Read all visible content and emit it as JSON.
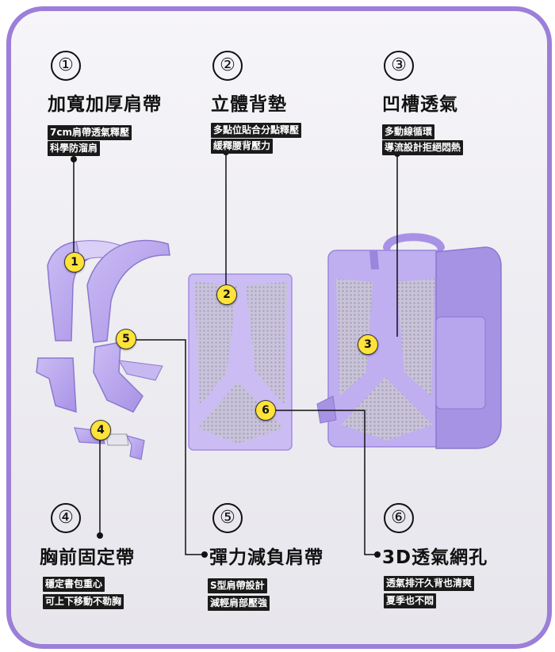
{
  "colors": {
    "accent": "#9b7fd8",
    "lavender": "#b8a4ee",
    "marker": "#ffe23a"
  },
  "features": [
    {
      "num": "①",
      "title": "加寬加厚肩帶",
      "tags": [
        "7cm肩帶透氣釋壓",
        "科學防溜肩"
      ]
    },
    {
      "num": "②",
      "title": "立體背墊",
      "tags": [
        "多點位貼合分點釋壓",
        "緩釋腰背壓力"
      ]
    },
    {
      "num": "③",
      "title": "凹槽透氣",
      "tags": [
        "多動線循環",
        "導流設計拒絕悶熱"
      ]
    },
    {
      "num": "④",
      "title": "胸前固定帶",
      "tags": [
        "穩定書包重心",
        "可上下移動不勒胸"
      ]
    },
    {
      "num": "⑤",
      "title": "彈力減負肩帶",
      "tags": [
        "S型肩帶設計",
        "減輕肩部壓強"
      ]
    },
    {
      "num": "⑥",
      "title": "3D透氣網孔",
      "tags": [
        "透氣排汗久背也清爽",
        "夏季也不悶"
      ]
    }
  ],
  "markers": [
    "1",
    "2",
    "3",
    "4",
    "5",
    "6"
  ]
}
